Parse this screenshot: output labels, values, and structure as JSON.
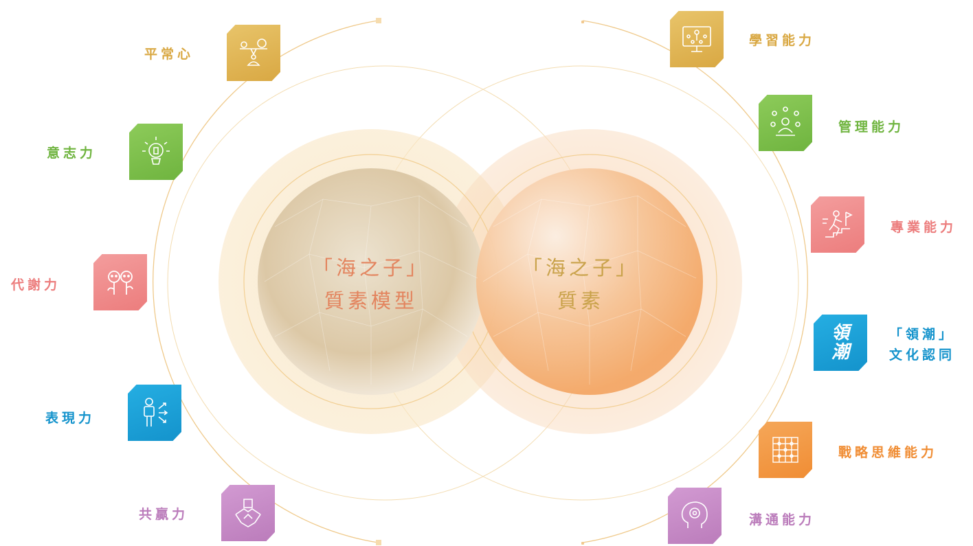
{
  "center": {
    "left_title_line1": "「海之子」",
    "left_title_line2": "質素模型",
    "right_title_line1": "「海之子」",
    "right_title_line2": "質素"
  },
  "left_items": [
    {
      "label": "平常心",
      "color": "#e0b455",
      "icon": "balance-meditation-icon"
    },
    {
      "label": "意志力",
      "color": "#7fbf4d",
      "icon": "lightbulb-person-icon"
    },
    {
      "label": "代謝力",
      "color": "#f08c8c",
      "icon": "two-people-plants-icon"
    },
    {
      "label": "表現力",
      "color": "#1ea4dc",
      "icon": "person-arrows-icon"
    },
    {
      "label": "共贏力",
      "color": "#c78bc7",
      "icon": "joined-hands-icon"
    }
  ],
  "right_items": [
    {
      "label": "學習能力",
      "color": "#e0b455",
      "icon": "computer-network-icon"
    },
    {
      "label": "管理能力",
      "color": "#7fbf4d",
      "icon": "team-leader-icon"
    },
    {
      "label": "專業能力",
      "color": "#f08c8c",
      "icon": "climbing-flag-icon"
    },
    {
      "label_line1": "「領潮」",
      "label_line2": "文化認同",
      "color": "#1ea4dc",
      "icon": "calligraphy-lingchao-icon",
      "icon_text_1": "領",
      "icon_text_2": "潮"
    },
    {
      "label": "戰略思維能力",
      "color": "#f39a45",
      "icon": "grid-network-icon"
    },
    {
      "label": "溝通能力",
      "color": "#c78bc7",
      "icon": "head-profile-icon"
    }
  ],
  "colors": {
    "gold_text": "#c9a24a",
    "coral_text": "#e3845e",
    "left_sphere": "#ecd7b4",
    "right_sphere": "#f5b27a",
    "ring": "#eac27a"
  }
}
